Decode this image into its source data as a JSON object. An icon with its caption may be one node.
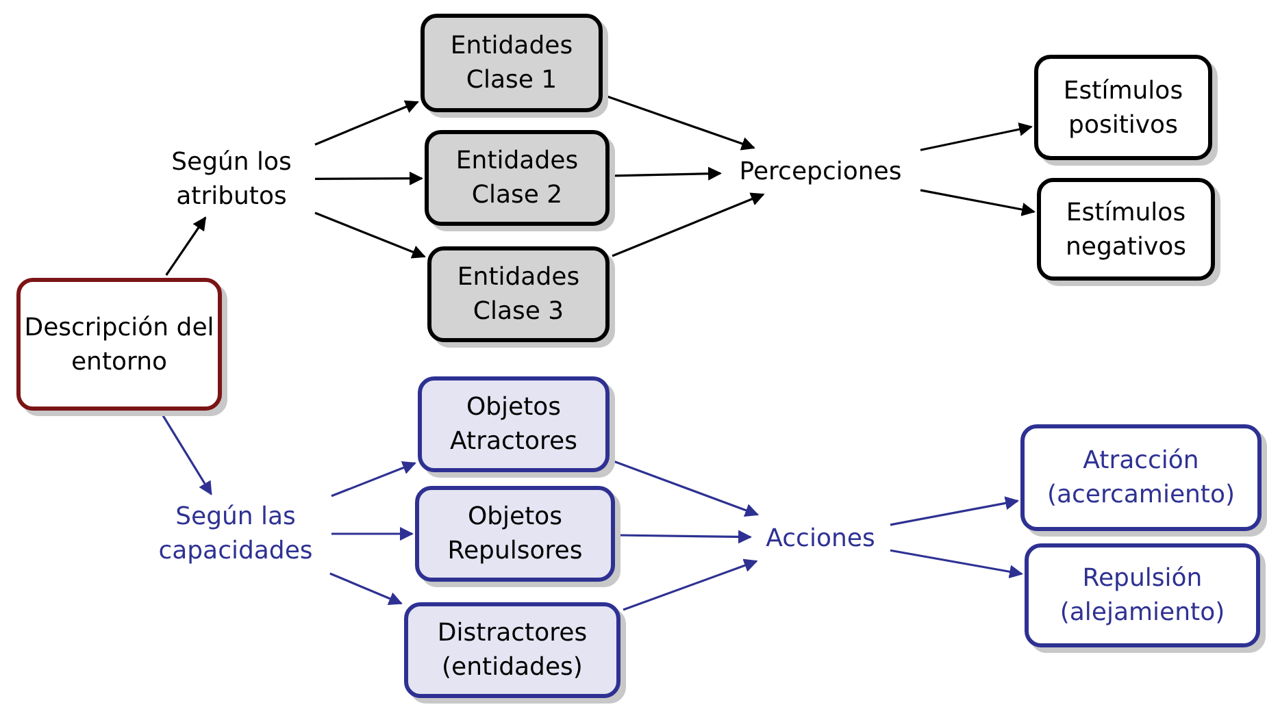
{
  "diagram": {
    "nodes": [
      {
        "text": [
          "Descripción del entorno"
        ]
      },
      {
        "text": [
          "Según los atributos"
        ]
      },
      {
        "text": [
          "Entidades Clase 1"
        ]
      },
      {
        "text": [
          "Entidades Clase 2"
        ]
      },
      {
        "text": [
          "Entidades Clase 3"
        ]
      },
      {
        "text": [
          "Percepciones"
        ]
      },
      {
        "text": [
          "Estímulos positivos"
        ]
      },
      {
        "text": [
          "Estímulos negativos"
        ]
      },
      {
        "text": [
          "Según las capacidades"
        ]
      },
      {
        "text": [
          "Objetos Atractores"
        ]
      },
      {
        "text": [
          "Objetos Repulsores"
        ]
      },
      {
        "text": [
          "Distractores (entidades)"
        ]
      },
      {
        "text": [
          "Acciones"
        ]
      },
      {
        "text": [
          "Atracción (acercamiento)"
        ]
      },
      {
        "text": [
          "Repulsión (alejamiento)"
        ]
      }
    ],
    "edges": [
      {
        "from": 0,
        "to": 1,
        "arrow": "to"
      },
      {
        "from": 1,
        "to": 2,
        "arrow": "to"
      },
      {
        "from": 1,
        "to": 3,
        "arrow": "to"
      },
      {
        "from": 1,
        "to": 4,
        "arrow": "to"
      },
      {
        "from": 2,
        "to": 5,
        "arrow": "to"
      },
      {
        "from": 3,
        "to": 5,
        "arrow": "to"
      },
      {
        "from": 4,
        "to": 5,
        "arrow": "to"
      },
      {
        "from": 5,
        "to": 6,
        "arrow": "to"
      },
      {
        "from": 5,
        "to": 7,
        "arrow": "to"
      },
      {
        "from": 0,
        "to": 8,
        "arrow": "to",
        "color": "#2e3192"
      },
      {
        "from": 8,
        "to": 9,
        "arrow": "to",
        "color": "#2e3192"
      },
      {
        "from": 8,
        "to": 10,
        "arrow": "to",
        "color": "#2e3192"
      },
      {
        "from": 8,
        "to": 11,
        "arrow": "to",
        "color": "#2e3192"
      },
      {
        "from": 9,
        "to": 12,
        "arrow": "to",
        "color": "#2e3192"
      },
      {
        "from": 10,
        "to": 12,
        "arrow": "to",
        "color": "#2e3192"
      },
      {
        "from": 11,
        "to": 12,
        "arrow": "to",
        "color": "#2e3192"
      },
      {
        "from": 12,
        "to": 13,
        "arrow": "to",
        "color": "#2e3192"
      },
      {
        "from": 12,
        "to": 14,
        "arrow": "to",
        "color": "#2e3192"
      }
    ]
  }
}
